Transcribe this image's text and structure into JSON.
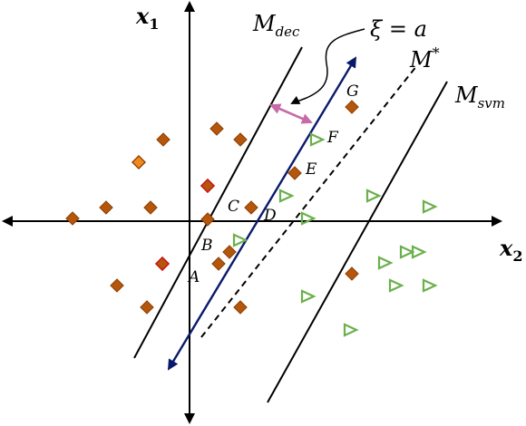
{
  "axes": {
    "x_label": "x",
    "x_sub": "2",
    "y_label": "x",
    "y_sub": "1"
  },
  "lines": {
    "m_dec": {
      "main": "M",
      "sub": "dec"
    },
    "m_star": {
      "main": "M",
      "sup": "*"
    },
    "m_svm": {
      "main": "M",
      "sub": "svm"
    },
    "xi": {
      "symbol": "ξ",
      "rest": " = a"
    }
  },
  "points": {
    "A": "A",
    "B": "B",
    "C": "C",
    "D": "D",
    "E": "E",
    "F": "F",
    "G": "G"
  },
  "colors": {
    "diamond": "#b5560d",
    "diamond_edge": "#8a3e00",
    "diamond_highlight_fill": "#f08a1e",
    "diamond_red_edge": "#cc1111",
    "triangle": "#6ab04c",
    "arrow_blue": "#0a1a6b",
    "arrow_pink": "#c76aa8"
  }
}
